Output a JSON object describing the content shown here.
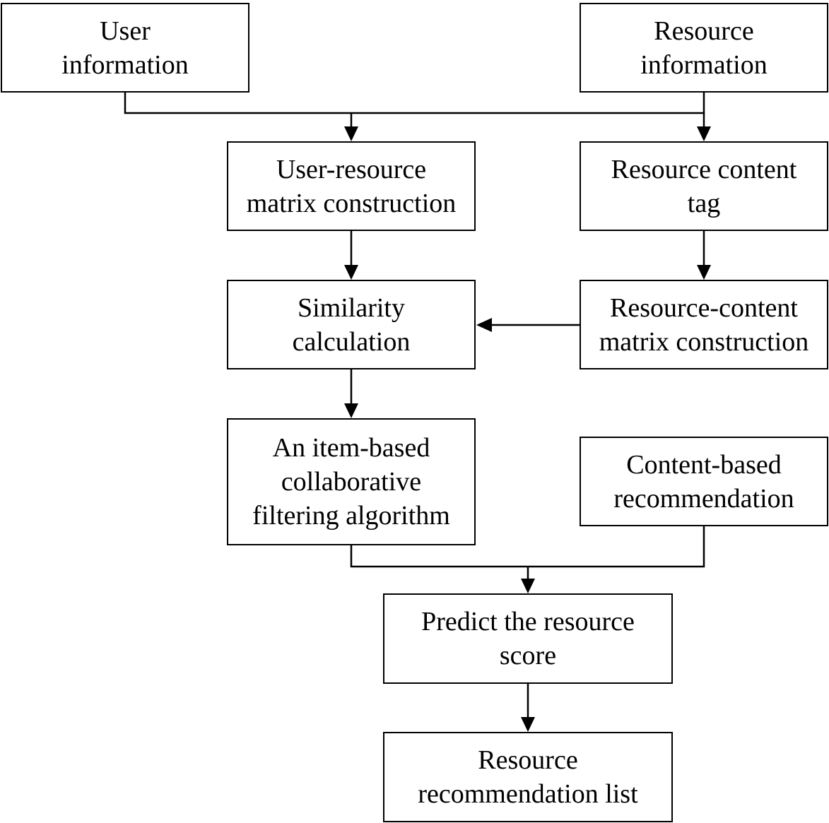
{
  "boxes": {
    "user_info": "User\ninformation",
    "resource_info": "Resource\ninformation",
    "ur_matrix": "User-resource\nmatrix construction",
    "content_tag": "Resource content\ntag",
    "similarity": "Similarity\ncalculation",
    "rc_matrix": "Resource-content\nmatrix construction",
    "item_cf": "An item-based\ncollaborative\nfiltering algorithm",
    "content_rec": "Content-based\nrecommendation",
    "predict": "Predict the resource\nscore",
    "rec_list": "Resource\nrecommendation list"
  },
  "colors": {
    "line": "#000000",
    "box_border": "#000000",
    "background": "#ffffff"
  }
}
